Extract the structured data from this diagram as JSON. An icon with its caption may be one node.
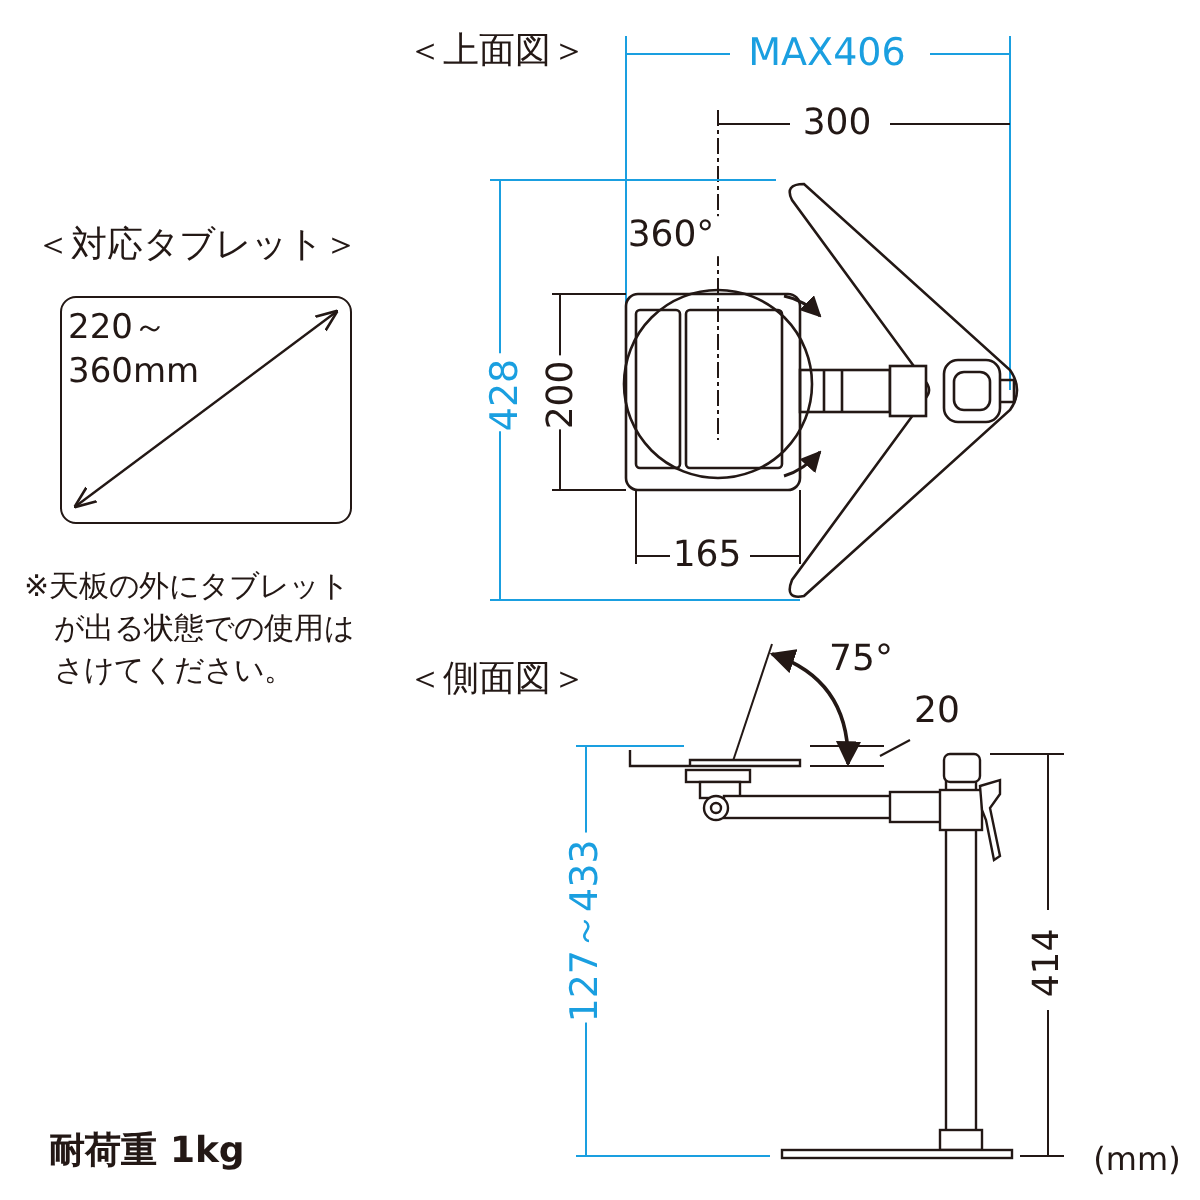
{
  "diagram": {
    "nodes": [
      {
        "text": [
          "220～ 360mm"
        ]
      }
    ],
    "labels": [
      "＜上面図＞",
      "MAX406",
      "300",
      "360°",
      "428",
      "200",
      "165",
      "＜対応タブレット＞",
      "※天板の外にタブレットが出る状態での使用はさけてください。",
      "＜側面図＞",
      "75°",
      "20",
      "127～433",
      "414",
      "耐荷重 1kg",
      "(mm)"
    ]
  }
}
